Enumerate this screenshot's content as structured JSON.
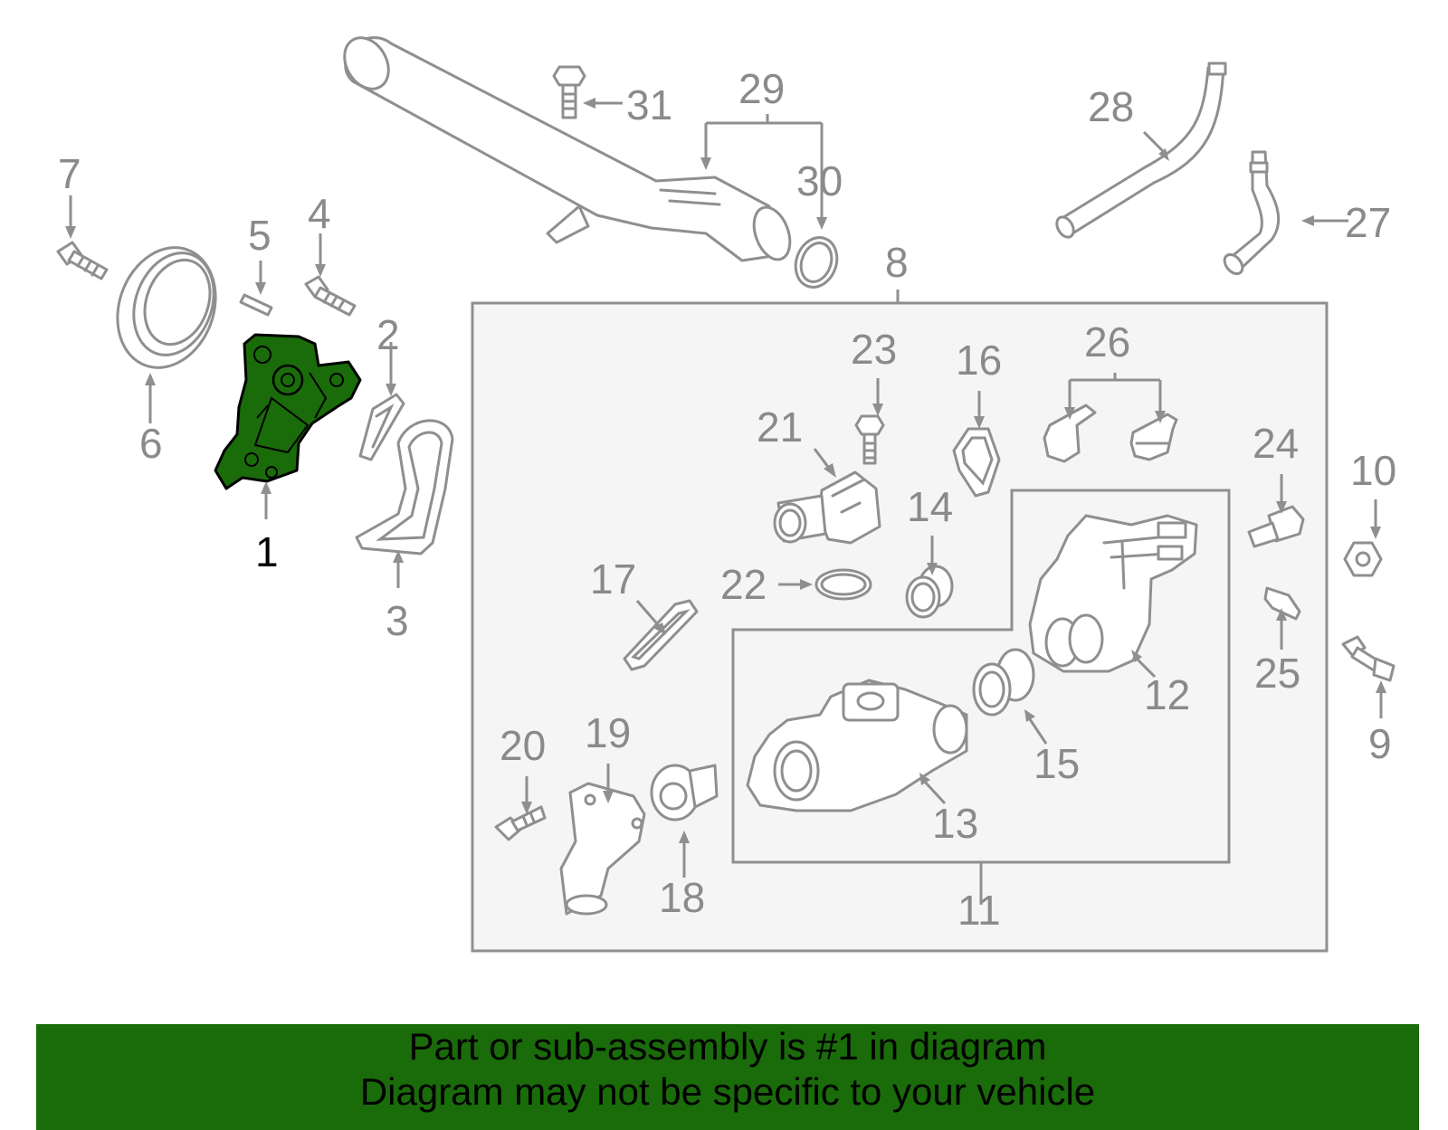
{
  "callouts": {
    "c1": "1",
    "c2": "2",
    "c3": "3",
    "c4": "4",
    "c5": "5",
    "c6": "6",
    "c7": "7",
    "c8": "8",
    "c9": "9",
    "c10": "10",
    "c11": "11",
    "c12": "12",
    "c13": "13",
    "c14": "14",
    "c15": "15",
    "c16": "16",
    "c17": "17",
    "c18": "18",
    "c19": "19",
    "c20": "20",
    "c21": "21",
    "c22": "22",
    "c23": "23",
    "c24": "24",
    "c25": "25",
    "c26": "26",
    "c27": "27",
    "c28": "28",
    "c29": "29",
    "c30": "30",
    "c31": "31"
  },
  "colors": {
    "highlight_part": "#1a6b0a",
    "banner_background": "#1a6b0a",
    "line_gray": "#8f8f8f"
  },
  "banner": {
    "line1": "Part or sub-assembly is #1 in diagram",
    "line2": "Diagram may not be specific to your vehicle"
  }
}
